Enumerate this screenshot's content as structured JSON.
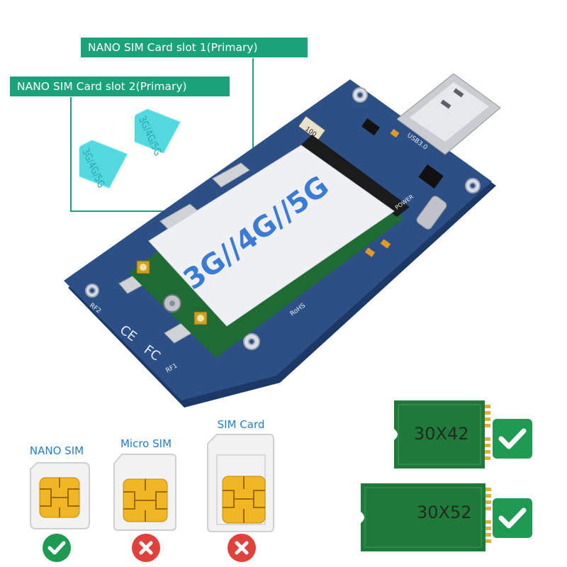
{
  "callouts": {
    "slot1": "NANO SIM Card slot 1(Primary)",
    "slot2": "NANO SIM Card slot 2(Primary)"
  },
  "floating_cards": [
    {
      "text": "3G/4G/5G",
      "color": "#52d9e0"
    },
    {
      "text": "3G/4G/5G",
      "color": "#52d9e0"
    }
  ],
  "board": {
    "module_text": "3G//4G//5G",
    "usb_label": "USB3.0",
    "silkscreen": [
      "100",
      "RF2",
      "RF1",
      "POWER",
      "CE",
      "FC",
      "RoHS"
    ],
    "pcb_color": "#2c4f86"
  },
  "sim_types": [
    {
      "label": "NANO SIM",
      "status": "supported",
      "icon": "check-circle-icon"
    },
    {
      "label": "Micro SIM",
      "status": "unsupported",
      "icon": "x-circle-icon"
    },
    {
      "label": "SIM Card",
      "status": "unsupported",
      "icon": "x-circle-icon"
    }
  ],
  "module_sizes": [
    {
      "label": "30X42",
      "icon": "check-box-icon"
    },
    {
      "label": "30X52",
      "icon": "check-box-icon"
    }
  ],
  "colors": {
    "callout": "#1aa37a",
    "sim_label": "#1e7fd0",
    "check": "#1e9a52",
    "cross": "#e0413a",
    "module_card": "#1f7a3a"
  }
}
